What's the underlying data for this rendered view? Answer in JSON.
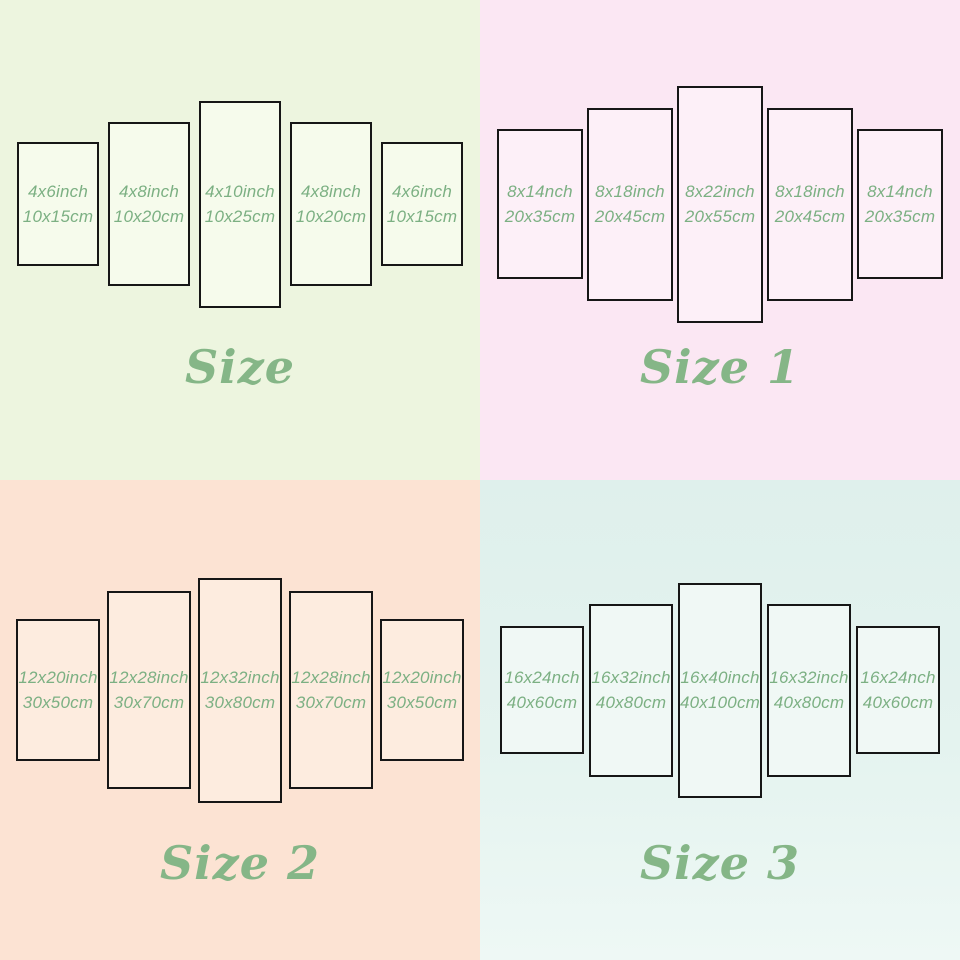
{
  "colors": {
    "label_green": "#7cb083",
    "title_green": "#85b687",
    "panel_border": "#161616",
    "quadrant_backgrounds": {
      "size": "#edf5df",
      "size_1": "#fbe7f3",
      "size_2": "#fce3d3",
      "size_3": "#e4f3ef"
    },
    "panel_fills": {
      "size": "#f6fbec",
      "size_1": "#fdf0f8",
      "size_2": "#fdecdf",
      "size_3": "#f0f8f5"
    }
  },
  "quadrants": [
    {
      "title": "Size",
      "panels": [
        {
          "inch": "4x6inch",
          "cm": "10x15cm"
        },
        {
          "inch": "4x8inch",
          "cm": "10x20cm"
        },
        {
          "inch": "4x10inch",
          "cm": "10x25cm"
        },
        {
          "inch": "4x8inch",
          "cm": "10x20cm"
        },
        {
          "inch": "4x6inch",
          "cm": "10x15cm"
        }
      ]
    },
    {
      "title": "Size 1",
      "panels": [
        {
          "inch": "8x14nch",
          "cm": "20x35cm"
        },
        {
          "inch": "8x18inch",
          "cm": "20x45cm"
        },
        {
          "inch": "8x22inch",
          "cm": "20x55cm"
        },
        {
          "inch": "8x18inch",
          "cm": "20x45cm"
        },
        {
          "inch": "8x14nch",
          "cm": "20x35cm"
        }
      ]
    },
    {
      "title": "Size 2",
      "panels": [
        {
          "inch": "12x20inch",
          "cm": "30x50cm"
        },
        {
          "inch": "12x28inch",
          "cm": "30x70cm"
        },
        {
          "inch": "12x32inch",
          "cm": "30x80cm"
        },
        {
          "inch": "12x28inch",
          "cm": "30x70cm"
        },
        {
          "inch": "12x20inch",
          "cm": "30x50cm"
        }
      ]
    },
    {
      "title": "Size 3",
      "panels": [
        {
          "inch": "16x24nch",
          "cm": "40x60cm"
        },
        {
          "inch": "16x32inch",
          "cm": "40x80cm"
        },
        {
          "inch": "16x40inch",
          "cm": "40x100cm"
        },
        {
          "inch": "16x32inch",
          "cm": "40x80cm"
        },
        {
          "inch": "16x24nch",
          "cm": "40x60cm"
        }
      ]
    }
  ]
}
